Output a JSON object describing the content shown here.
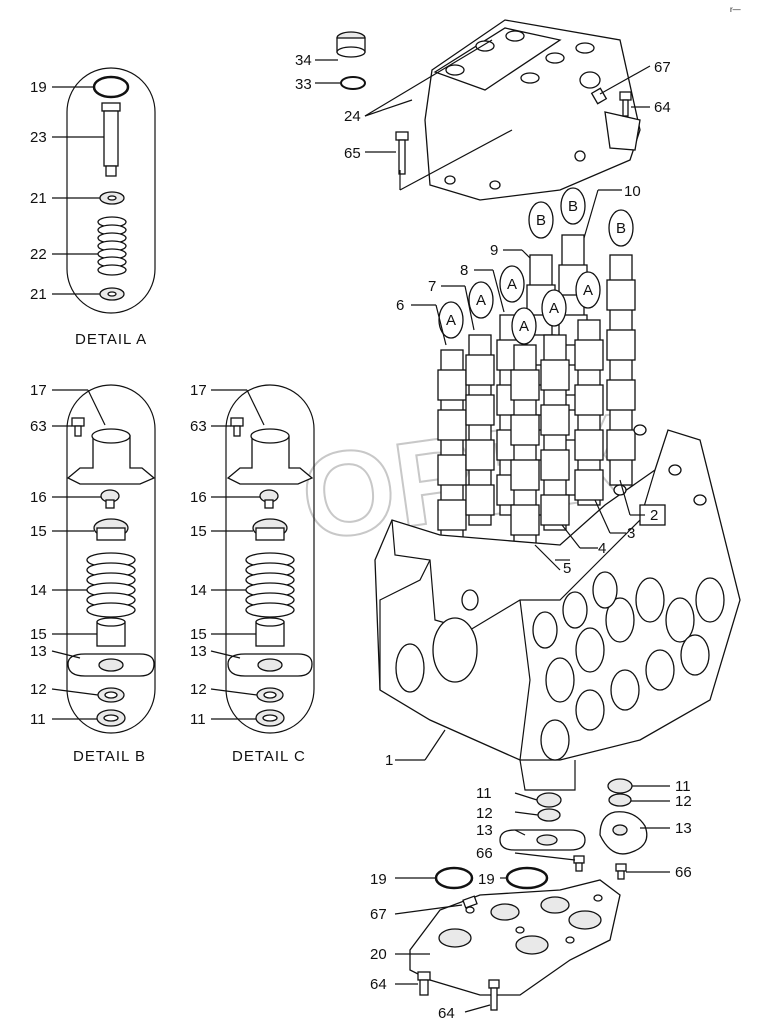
{
  "watermark": "OPEX",
  "corner_mark": "r—",
  "detail_titles": {
    "a": "DETAIL A",
    "b": "DETAIL B",
    "c": "DETAIL C"
  },
  "spool_letters": [
    "A",
    "A",
    "A",
    "A",
    "A",
    "A",
    "B",
    "B",
    "B"
  ],
  "labels": {
    "l19a": "19",
    "l23": "23",
    "l21a": "21",
    "l22": "22",
    "l21b": "21",
    "l17b": "17",
    "l63b": "63",
    "l16b": "16",
    "l15b": "15",
    "l14b": "14",
    "l15bb": "15",
    "l13b": "13",
    "l12b": "12",
    "l11b": "11",
    "l17c": "17",
    "l63c": "63",
    "l16c": "16",
    "l15c": "15",
    "l14c": "14",
    "l15cc": "15",
    "l13c": "13",
    "l12c": "12",
    "l11c": "11",
    "l34": "34",
    "l33": "33",
    "l24": "24",
    "l65": "65",
    "l67a": "67",
    "l64a": "64",
    "l10": "10",
    "l9": "9",
    "l8": "8",
    "l7": "7",
    "l6": "6",
    "l2": "2",
    "l3": "3",
    "l4": "4",
    "l5": "5",
    "l1": "1",
    "l11d": "11",
    "l12d": "12",
    "l13d": "13",
    "l66d": "66",
    "l11e": "11",
    "l12e": "12",
    "l13e": "13",
    "l66e": "66",
    "l19d": "19",
    "l19e": "19",
    "l67b": "67",
    "l20": "20",
    "l64b": "64",
    "l64c": "64"
  }
}
